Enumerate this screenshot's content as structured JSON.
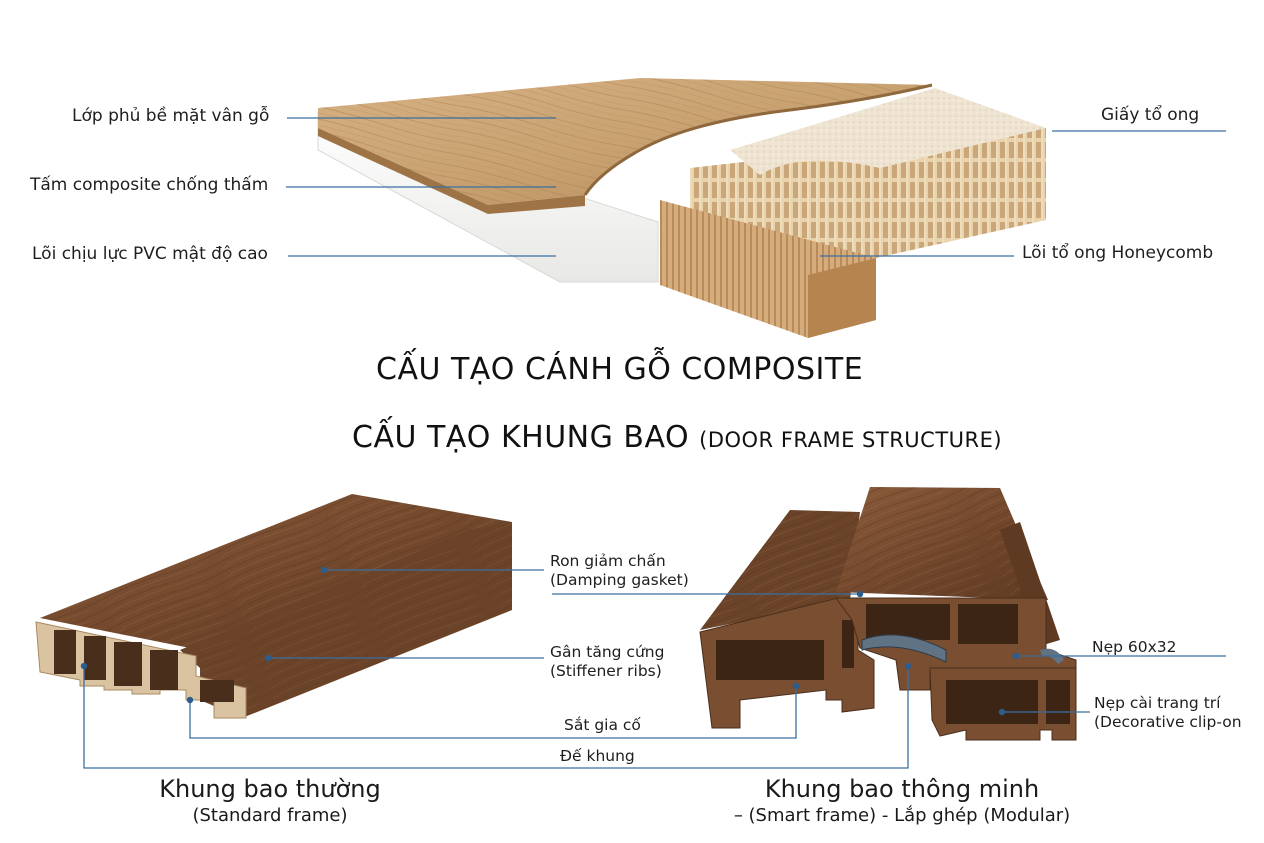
{
  "door_leaf": {
    "title": "CẤU TẠO CÁNH GỖ COMPOSITE",
    "labels": {
      "surface": "Lớp phủ bề mặt vân gỗ",
      "composite_sheet": "Tấm composite chống thấm",
      "pvc_core": "Lõi chịu lực PVC mật độ cao",
      "honeycomb_paper": "Giấy tổ ong",
      "honeycomb_core": "Lõi tổ ong Honeycomb"
    }
  },
  "frame": {
    "title": "CẤU TẠO KHUNG BAO",
    "title_en": "(DOOR FRAME STRUCTURE)",
    "labels": {
      "gasket_vi": "Ron giảm chấn",
      "gasket_en": "(Damping gasket)",
      "ribs_vi": "Gân tăng cứng",
      "ribs_en": "(Stiffener ribs)",
      "steel": "Sắt gia cố",
      "base": "Đế khung",
      "trim": "Nẹp 60x32",
      "clip_vi": "Nẹp cài trang trí",
      "clip_en": "(Decorative clip-on"
    },
    "standard_caption": "Khung bao thường",
    "standard_caption_en": "(Standard frame)",
    "smart_caption": "Khung bao thông minh",
    "smart_caption_en": "– (Smart frame) - Lắp ghép (Modular)"
  },
  "colors": {
    "oak": "#c9a271",
    "walnut": "#7a4f32",
    "pvc": "#f4f4f2",
    "leader": "#3b6fa0"
  }
}
